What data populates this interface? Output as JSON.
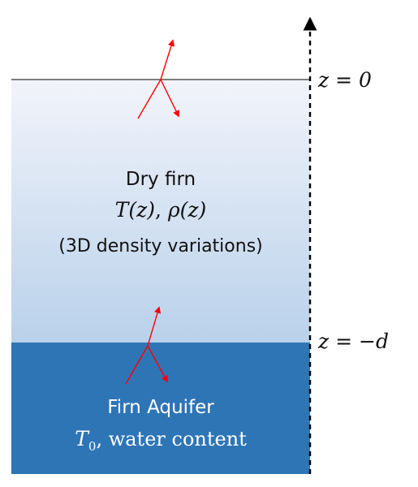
{
  "layers": {
    "dry_firn": {
      "title": "Dry firn",
      "profile_T": "T(z)",
      "profile_rho": "ρ(z)",
      "detail": "(3D density variations)",
      "gradient_top": "#f2f4fb",
      "gradient_bottom": "#b9d1ea"
    },
    "aquifer": {
      "title": "Firn Aquifer",
      "temp_symbol": "T",
      "temp_subscript": "0",
      "detail": ", water content",
      "fill": "#2e75b6"
    }
  },
  "axis": {
    "surface_label": "z = 0",
    "interface_label": "z = −d"
  },
  "colors": {
    "ray": "#ff0000",
    "axis": "#000000",
    "surface_line": "#333333"
  }
}
